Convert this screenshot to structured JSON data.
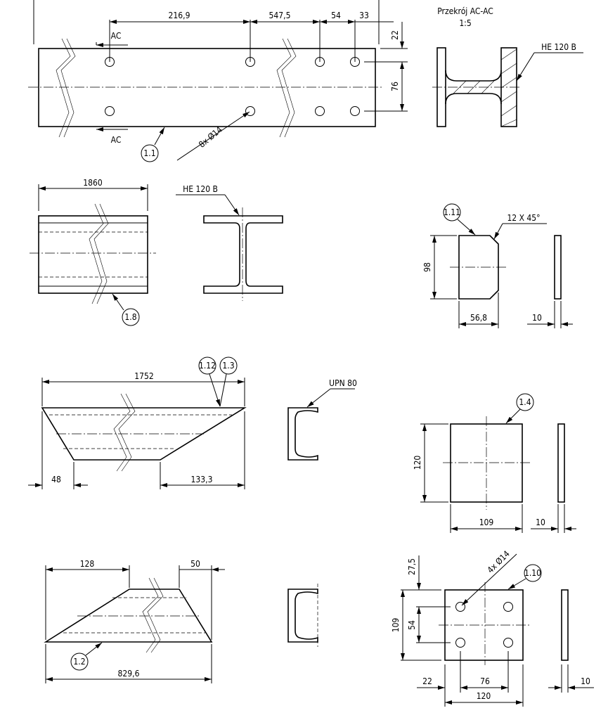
{
  "section": {
    "title": "Przekrój AC-AC",
    "scale": "1:5",
    "profile": "HE 120 B"
  },
  "part_1_1": {
    "label": "1.1",
    "cut_top": "AC",
    "cut_bottom": "AC",
    "dims": [
      "216,9",
      "547,5",
      "54",
      "33",
      "22",
      "76"
    ],
    "holes": "8x Ø14"
  },
  "part_1_8": {
    "label": "1.8",
    "length": "1860",
    "profile": "HE 120 B"
  },
  "part_1_11": {
    "label": "1.11",
    "chamfer": "12 X 45°",
    "height": "98",
    "width": "56,8",
    "thickness": "10"
  },
  "part_1_12": {
    "labels": [
      "1.12",
      "1.3"
    ],
    "length": "1752",
    "left": "48",
    "right": "133,3",
    "profile": "UPN 80"
  },
  "part_1_4": {
    "label": "1.4",
    "height": "120",
    "width": "109",
    "thickness": "10"
  },
  "part_1_2": {
    "label": "1.2",
    "top": "128",
    "right": "50",
    "length": "829,6"
  },
  "part_1_10": {
    "label": "1.10",
    "holes": "4x Ø14",
    "d1": "27,5",
    "d2": "54",
    "height": "109",
    "left": "22",
    "spacing": "76",
    "width": "120",
    "thickness": "10"
  }
}
